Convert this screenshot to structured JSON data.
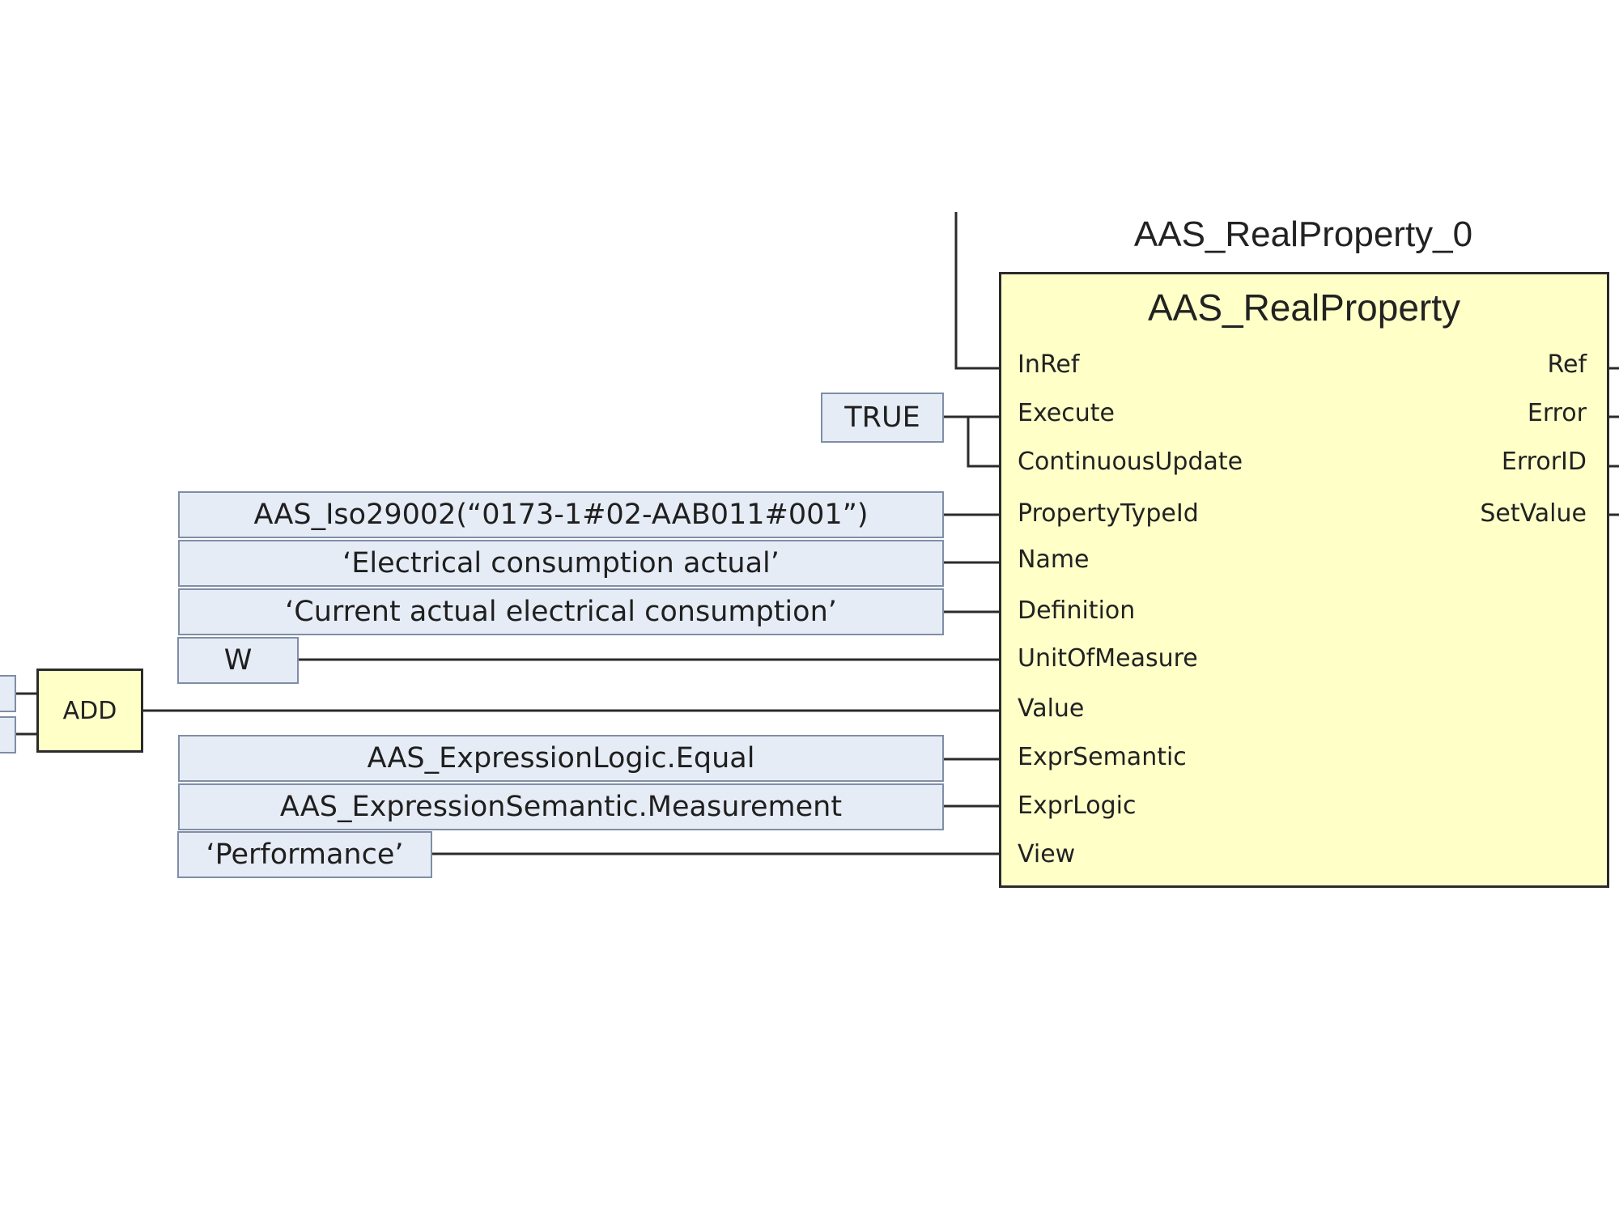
{
  "instance_name": "AAS_RealProperty_0",
  "block": {
    "type_name": "AAS_RealProperty",
    "inputs": [
      "InRef",
      "Execute",
      "ContinuousUpdate",
      "PropertyTypeId",
      "Name",
      "Definition",
      "UnitOfMeasure",
      "Value",
      "ExprSemantic",
      "ExprLogic",
      "View"
    ],
    "outputs": [
      "Ref",
      "Error",
      "ErrorID",
      "SetValue"
    ]
  },
  "add_block": {
    "label": "ADD"
  },
  "constants": {
    "execute": "TRUE",
    "property_type_id": "AAS_Iso29002(“0173-1#02-AAB011#001”)",
    "name": "‘Electrical consumption actual’",
    "definition": "‘Current actual electrical consumption’",
    "unit_of_measure": "W",
    "expr_logic": "AAS_ExpressionLogic.Equal",
    "expr_semantic": "AAS_ExpressionSemantic.Measurement",
    "view": "‘Performance’"
  },
  "colors": {
    "block_fill": "#ffffc8",
    "constant_fill": "#e6ecf6",
    "constant_border": "#7f8ea6",
    "wire": "#2b2b2b"
  }
}
